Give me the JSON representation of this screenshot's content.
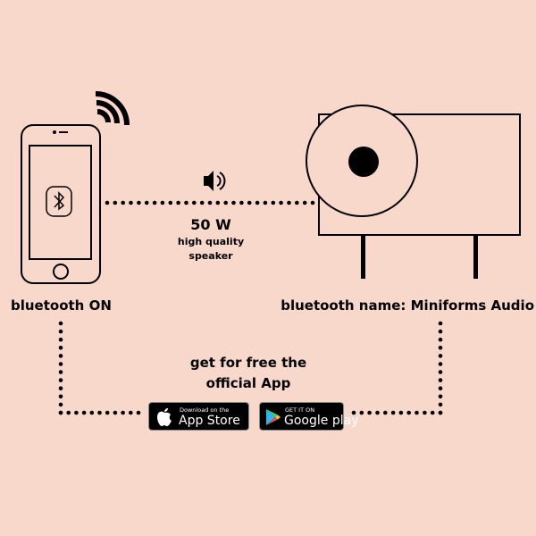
{
  "phone": {
    "label": "bluetooth ON",
    "icons": [
      "wifi-signal-icon",
      "bluetooth-icon",
      "home-button-icon"
    ]
  },
  "link": {
    "power": "50 W",
    "description_line1": "high quality",
    "description_line2": "speaker",
    "icon": "speaker-volume-icon"
  },
  "speaker": {
    "label": "bluetooth name: Miniforms Audio"
  },
  "app": {
    "heading_line1": "get for free the",
    "heading_line2": "official App",
    "app_store": {
      "small_text": "Download on the",
      "big_text": "App Store",
      "icon": "apple-logo-icon"
    },
    "google_play": {
      "small_text": "GET IT ON",
      "big_text": "Google play",
      "icon": "google-play-logo-icon"
    }
  },
  "colors": {
    "background": "#f9d8cc",
    "line": "#000000"
  }
}
